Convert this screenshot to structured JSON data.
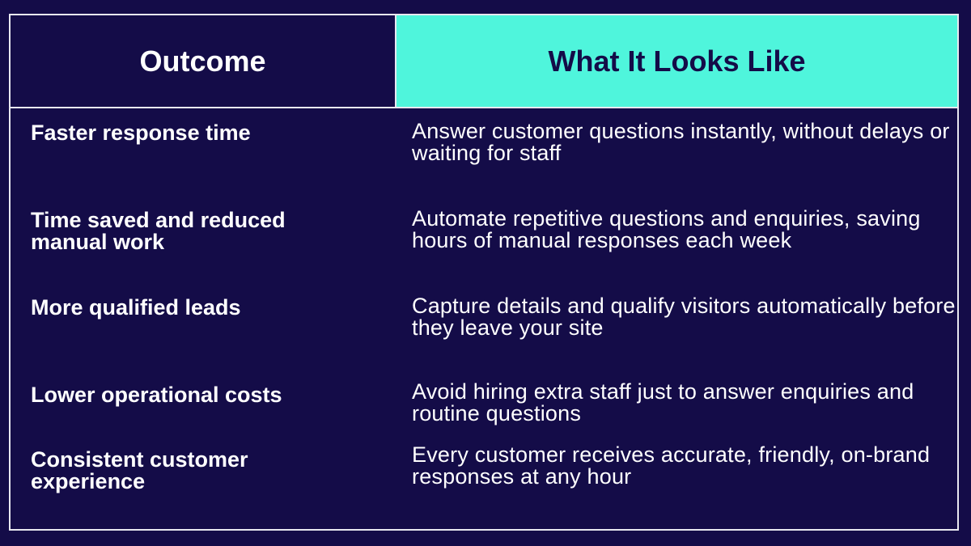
{
  "header": {
    "outcome": "Outcome",
    "what": "What It Looks Like"
  },
  "colors": {
    "background": "#140c48",
    "accent": "#4ff5dc"
  },
  "rows": [
    {
      "outcome": "Faster response time",
      "what": "Answer customer questions instantly, without delays or waiting for staff"
    },
    {
      "outcome": "Time saved and reduced manual work",
      "what": "Automate repetitive questions and enquiries, saving hours of manual responses each week"
    },
    {
      "outcome": "More qualified leads",
      "what": "Capture details and qualify visitors automatically before they leave your site"
    },
    {
      "outcome": "Lower operational costs",
      "what": "Avoid hiring extra staff just to answer enquiries and routine questions"
    },
    {
      "outcome": "Consistent customer experience",
      "what": "Every customer receives accurate, friendly, on-brand responses at any hour"
    }
  ]
}
